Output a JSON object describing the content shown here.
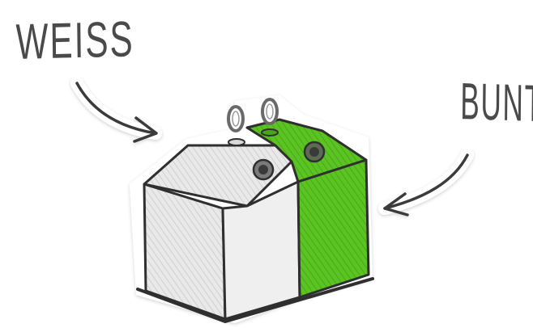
{
  "labels": {
    "left": "WEISS",
    "right": "BUNT"
  },
  "colors": {
    "white_bin_fill": "#e6e6e6",
    "white_bin_shade": "#c9c9c9",
    "green_bin_fill": "#5bc423",
    "green_bin_dark": "#3f9a14",
    "ink": "#2f2f2f",
    "paper_cutout": "#ffffff"
  },
  "icons": {
    "left_arrow": "curved-arrow-right",
    "right_arrow": "curved-arrow-left",
    "container": "glass-recycling-container"
  }
}
